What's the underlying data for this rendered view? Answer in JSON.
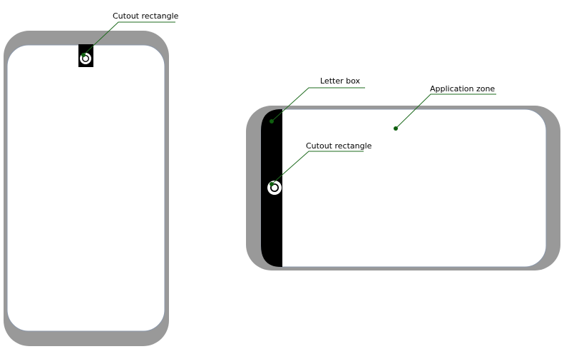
{
  "labels": {
    "portrait_cutout": "Cutout rectangle",
    "letter_box": "Letter box",
    "application_zone": "Application zone",
    "landscape_cutout": "Cutout rectangle"
  },
  "colors": {
    "device_frame": "#999999",
    "screen": "#ffffff",
    "screen_edge": "#8a97aa",
    "cutout": "#000000",
    "leader_line": "#1e6b1e",
    "leader_dot": "#0f5f0f"
  }
}
